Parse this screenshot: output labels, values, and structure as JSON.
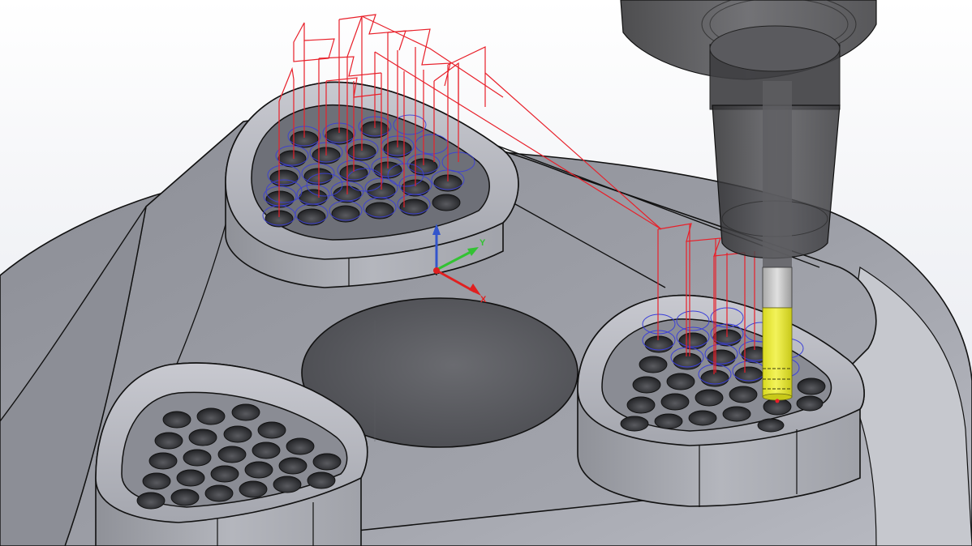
{
  "viewport": {
    "background_top": "#ffffff",
    "background_bottom": "#e4e7ee"
  },
  "triad": {
    "x_label": "X",
    "y_label": "Y",
    "x_color": "#e02020",
    "y_color": "#33c233",
    "z_color": "#3355cc",
    "origin_color": "#e02020"
  },
  "colors": {
    "part_body": "#7c7f88",
    "part_top": "#a6a8b0",
    "part_light": "#c9cad1",
    "part_dark": "#55575f",
    "edge": "#111111",
    "toolpath": "#e8202a",
    "drill_circles": "#3b3fd8",
    "tool_cutter": "#e8e830",
    "tool_shank": "#c8c8c8",
    "holder": "#3c3c3e",
    "hole": "#2e2f33"
  },
  "scene": {
    "pockets": [
      {
        "name": "pocket-back-left",
        "state": "toolpath-shown"
      },
      {
        "name": "pocket-front-left",
        "state": "machined"
      },
      {
        "name": "pocket-front-right",
        "state": "in-progress"
      }
    ],
    "center_bore": "large-bore"
  }
}
